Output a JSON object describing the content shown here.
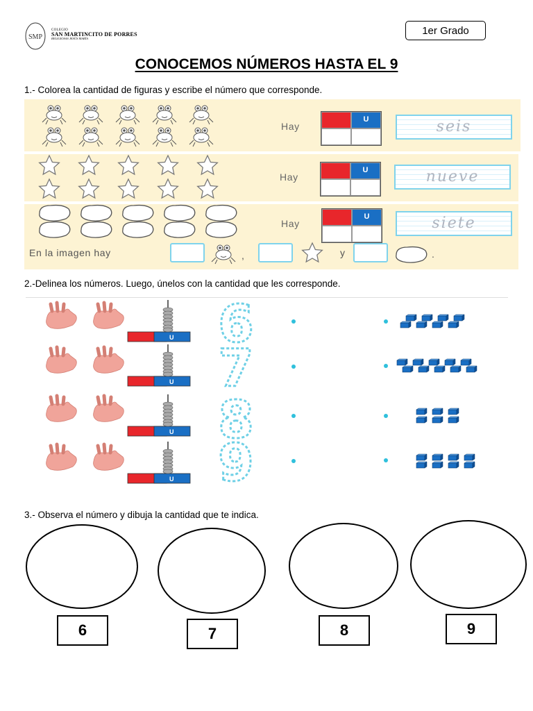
{
  "header": {
    "logo_initials": "SMP",
    "school_line1": "COLEGIO",
    "school_line2": "SAN MARTINCITO DE PORRES",
    "school_line3": "RELIGIOSAS JESÚS MARÍA",
    "grade": "1er Grado"
  },
  "title": "CONOCEMOS NÚMEROS HASTA EL 9",
  "section1": {
    "instruction": "1.- Colorea la cantidad de figuras y escribe el número que corresponde.",
    "rows": [
      {
        "shape": "frog",
        "count": 10,
        "hay": "Hay",
        "unit_label": "U",
        "word": "seis"
      },
      {
        "shape": "star",
        "count": 10,
        "hay": "Hay",
        "unit_label": "U",
        "word": "nueve"
      },
      {
        "shape": "blob",
        "count": 10,
        "hay": "Hay",
        "unit_label": "U",
        "word": "siete"
      }
    ],
    "summary": {
      "prefix": "En la imagen hay",
      "comma": ",",
      "and": "y",
      "period": "."
    }
  },
  "section2": {
    "instruction": "2.-Delinea los números. Luego, únelos con la cantidad que les corresponde.",
    "unit_label": "U",
    "digits": [
      "6",
      "7",
      "8",
      "9"
    ],
    "block_groups": [
      8,
      10,
      6,
      8
    ],
    "colors": {
      "tens": "#e8262b",
      "units": "#1a6fc4",
      "trace": "#6fd0e6",
      "hand": "#f0a49a",
      "dot": "#2fc0dc"
    }
  },
  "section3": {
    "instruction": "3.- Observa el número y dibuja la cantidad que te indica.",
    "numbers": [
      "6",
      "7",
      "8",
      "9"
    ]
  }
}
